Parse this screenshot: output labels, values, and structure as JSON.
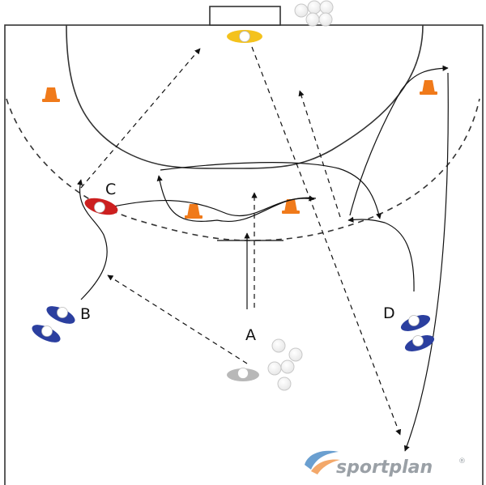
{
  "labels": {
    "a": "A",
    "b": "B",
    "c": "C",
    "d": "D"
  },
  "brand": {
    "name": "sportplan",
    "registered": "®"
  },
  "colors": {
    "line": "#222222",
    "cone": "#f07a1a",
    "player_red": "#cc1f1f",
    "player_blue": "#2b3f9f",
    "player_yellow": "#f4c21c",
    "player_grey": "#b8b8b8",
    "ball_outline": "#c8c8c8",
    "brand_grey": "#9aa0a6",
    "brand_blue": "#6a9fd0",
    "brand_orange": "#f3a86a"
  },
  "icons": [
    "cone-icon",
    "player-icon",
    "ball-icon",
    "goal-icon",
    "logo-swoosh-icon"
  ]
}
